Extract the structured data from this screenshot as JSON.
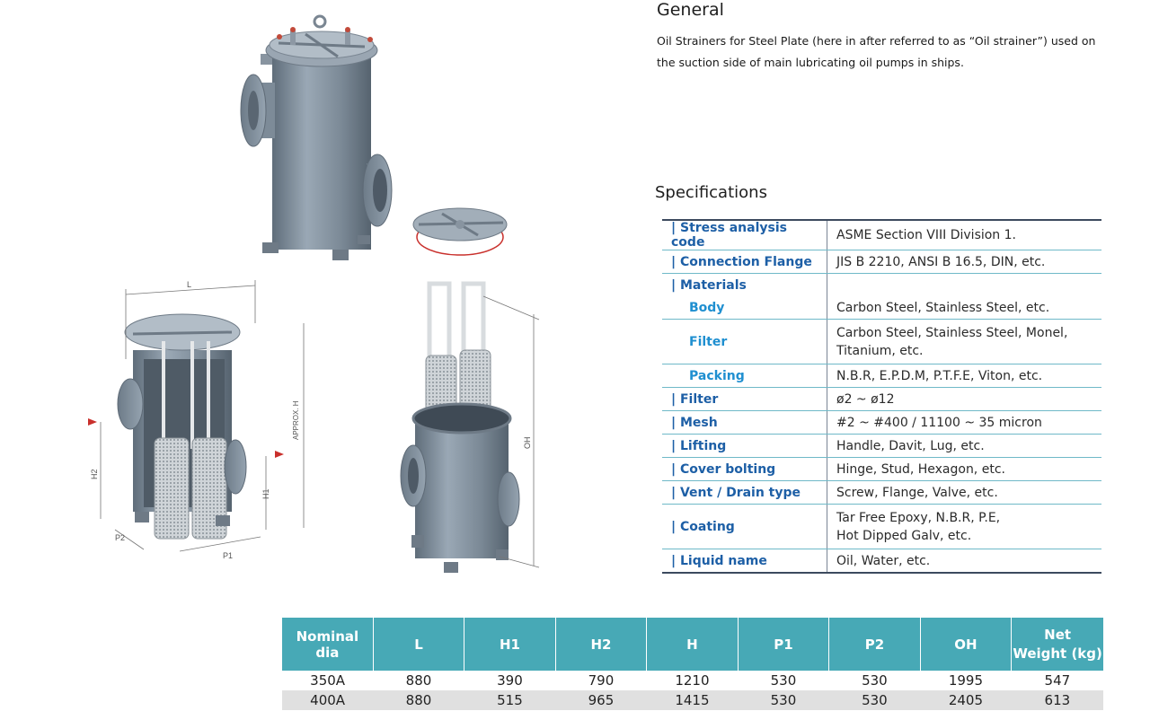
{
  "general": {
    "title": "General",
    "text": "Oil Strainers for Steel Plate (here in after referred to as “Oil strainer”) used on the suction side of main lubricating oil pumps in ships."
  },
  "diagram_labels": {
    "L": "L",
    "H1": "H1",
    "H2": "H2",
    "P1": "P1",
    "P2": "P2",
    "approx_h": "APPROX. H",
    "oh": "OH"
  },
  "specs": {
    "title": "Specifications",
    "rows": [
      {
        "key": "| Stress analysis code",
        "value": "ASME Section VIII Division 1."
      },
      {
        "key": "| Connection Flange",
        "value": "JIS B 2210, ANSI B 16.5, DIN, etc."
      },
      {
        "key": "| Materials",
        "value": ""
      },
      {
        "key": "Body",
        "value": "Carbon Steel, Stainless Steel, etc."
      },
      {
        "key": "Filter",
        "value": "Carbon Steel, Stainless Steel, Monel,",
        "value2": "Titanium, etc."
      },
      {
        "key": "Packing",
        "value": "N.B.R, E.P.D.M, P.T.F.E, Viton, etc."
      },
      {
        "key": "| Filter",
        "value": "ø2 ~ ø12"
      },
      {
        "key": "| Mesh",
        "value": "#2 ~ #400 / 11100 ~ 35 micron"
      },
      {
        "key": "| Lifting",
        "value": "Handle, Davit, Lug, etc."
      },
      {
        "key": "| Cover bolting",
        "value": "Hinge, Stud, Hexagon, etc."
      },
      {
        "key": "| Vent / Drain type",
        "value": "Screw, Flange, Valve, etc."
      },
      {
        "key": "| Coating",
        "value": "Tar Free Epoxy, N.B.R, P.E,",
        "value2": "Hot Dipped Galv, etc."
      },
      {
        "key": "| Liquid name",
        "value": "Oil, Water, etc."
      }
    ]
  },
  "dimensions": {
    "headers": [
      "Nominal dia",
      "L",
      "H1",
      "H2",
      "H",
      "P1",
      "P2",
      "OH",
      "Net",
      "Weight (kg)"
    ],
    "rows": [
      [
        "350A",
        "880",
        "390",
        "790",
        "1210",
        "530",
        "530",
        "1995",
        "547"
      ],
      [
        "400A",
        "880",
        "515",
        "965",
        "1415",
        "530",
        "530",
        "2405",
        "613"
      ]
    ]
  },
  "colors": {
    "body": "#7d8c99",
    "header": "#47a9b6",
    "spec_key": "#1d5fa6",
    "spec_sub": "#1f8fd0"
  }
}
